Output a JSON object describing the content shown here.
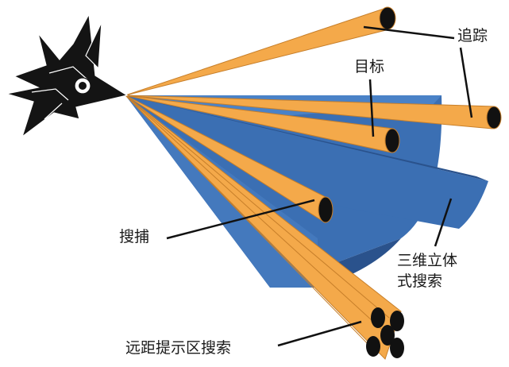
{
  "labels": {
    "track": "追踪",
    "target": "目标",
    "capture": "搜捕",
    "volumetric_line1": "三维立体",
    "volumetric_line2": "式搜索",
    "long_range": "远距提示区搜索"
  },
  "colors": {
    "beam_orange": "#f4a94a",
    "beam_orange_edge": "#c77f2a",
    "sector_blue": "#3b6fb3",
    "sector_blue_dark": "#2a528c",
    "aircraft": "#141414",
    "leader_line": "#111111"
  },
  "icons": {
    "aircraft": "fighter-jet-icon"
  }
}
